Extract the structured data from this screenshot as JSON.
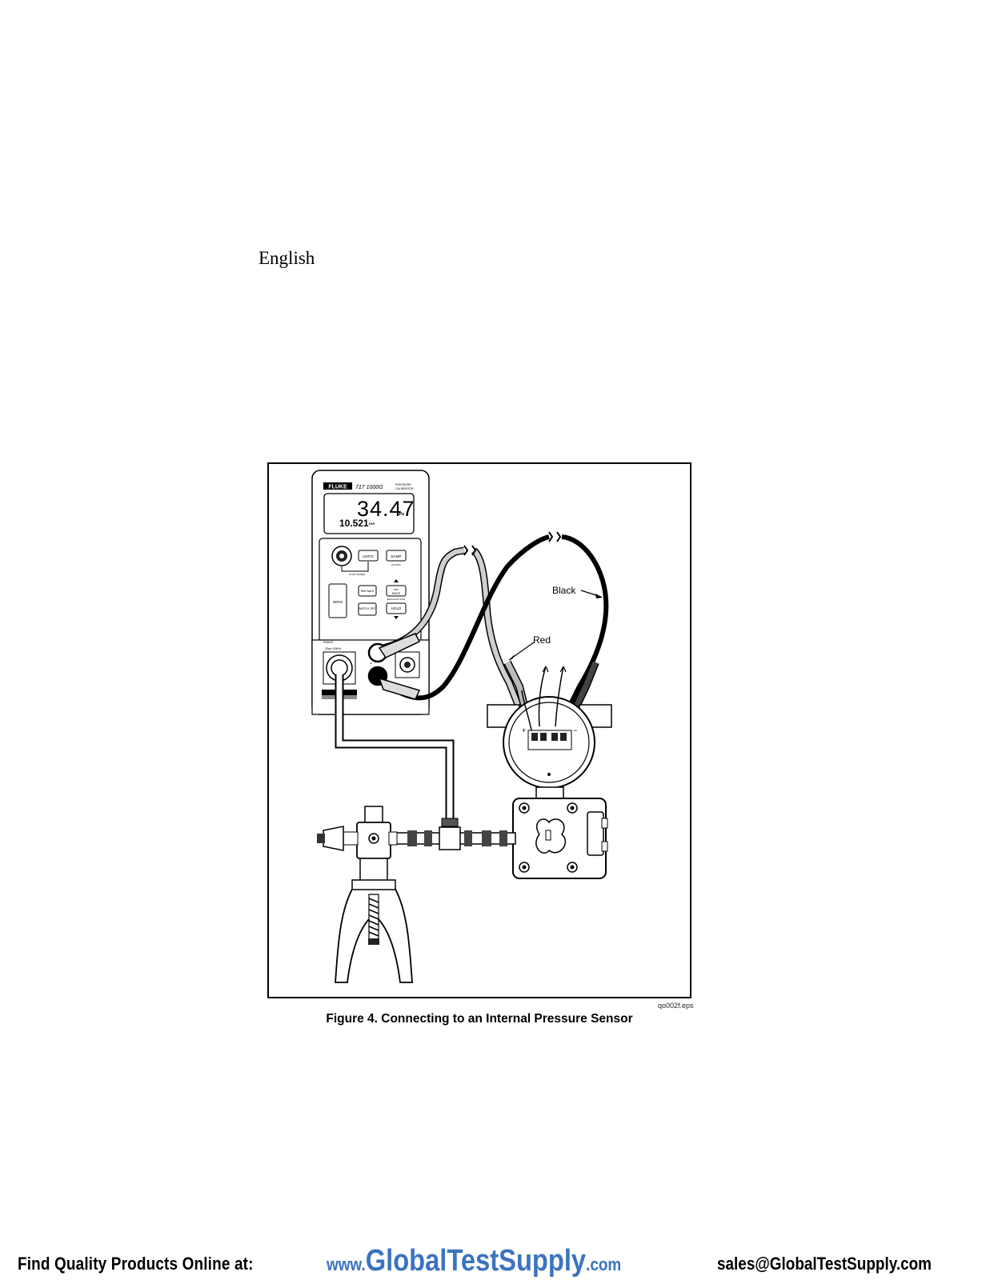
{
  "page": {
    "language_label": "English"
  },
  "figure": {
    "device": {
      "brand": "FLUKE",
      "model": "717 1000G",
      "model_desc_line1": "PRESSURE",
      "model_desc_line2": "CALIBRATOR",
      "display_primary": "34.47",
      "display_primary_unit": "kPa",
      "display_secondary": "10.521",
      "display_secondary_unit": "mA",
      "buttons": {
        "units": "UNITS",
        "damp": "DAMP",
        "damp_sub": "AUTOFF",
        "loop_power": "LOOP POWER",
        "zero": "ZERO",
        "min_max": "MIN MAX",
        "ma_mode_line1": "mA",
        "ma_mode_line2": "MODE",
        "ma_mode_sub": "BACKLIGHT HOLD",
        "switch_test": "SWITCH TEST",
        "hold": "HOLD"
      },
      "range_label": "RANGE",
      "range_values": "G0psi 100kPa"
    },
    "wire_labels": {
      "red": "Red",
      "black": "Black"
    },
    "file_name": "qo002f.eps",
    "caption": "Figure 4. Connecting to an Internal Pressure Sensor"
  },
  "footer": {
    "left_text": "Find Quality Products Online at:",
    "url_prefix": "www.",
    "url_brand": "GlobalTestSupply",
    "url_suffix": ".com",
    "email": "sales@GlobalTestSupply.com"
  },
  "colors": {
    "footer_link": "#3b73bf",
    "wire_red": "#bfbfbf",
    "wire_black": "#000000"
  }
}
